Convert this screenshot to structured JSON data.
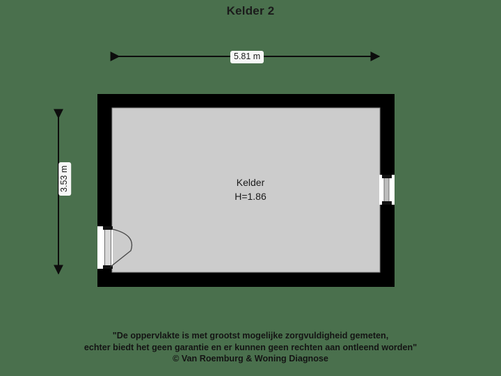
{
  "title": "Kelder 2",
  "colors": {
    "background": "#4a704d",
    "wall": "#000000",
    "floor": "#cccccc",
    "floor_outline": "#8a8a8a",
    "opening": "#ffffff",
    "text": "#1b1b1b",
    "label_background": "#f7f7f7",
    "door_leaf": "#f2f2f2",
    "door_arc": "#4a4a4a"
  },
  "dimensions": {
    "width": {
      "value": "5.81 m",
      "orientation": "horizontal",
      "arrow": "double-headed"
    },
    "height": {
      "value": "3.53 m",
      "orientation": "vertical",
      "arrow": "double-headed"
    }
  },
  "room": {
    "name": "Kelder",
    "height_label": "H=1.86"
  },
  "openings": [
    {
      "type": "door",
      "wall": "left",
      "swing": "inward"
    },
    {
      "type": "window",
      "wall": "right"
    }
  ],
  "footer": {
    "line1": "\"De oppervlakte is met grootst mogelijke zorgvuldigheid gemeten,",
    "line2": "echter biedt het geen garantie en er kunnen geen rechten aan ontleend worden\"",
    "line3": "© Van Roemburg & Woning Diagnose"
  }
}
